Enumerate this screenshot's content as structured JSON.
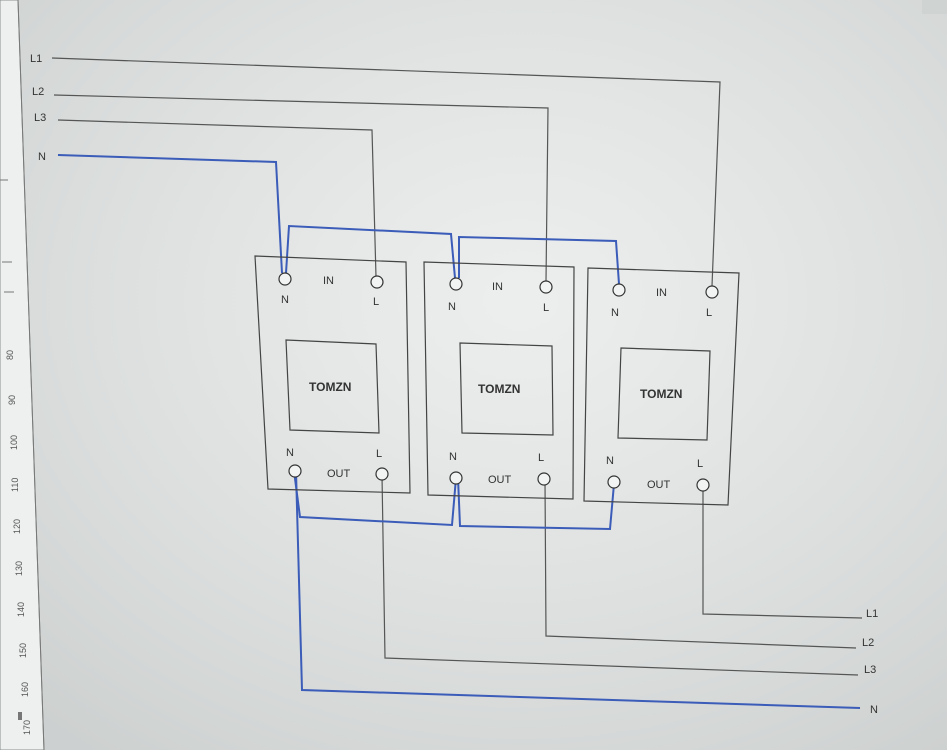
{
  "ruler": {
    "ticks": [
      "80",
      "90",
      "100",
      "110",
      "120",
      "130",
      "140",
      "150",
      "160",
      "170"
    ]
  },
  "left_terminals": [
    "L1",
    "L2",
    "L3",
    "N"
  ],
  "right_terminals": [
    "L1",
    "L2",
    "L3",
    "N"
  ],
  "modules": [
    {
      "brand": "TOMZN",
      "in_label": "IN",
      "out_label": "OUT",
      "in_n": "N",
      "in_l": "L",
      "out_n": "N",
      "out_l": "L"
    },
    {
      "brand": "TOMZN",
      "in_label": "IN",
      "out_label": "OUT",
      "in_n": "N",
      "in_l": "L",
      "out_n": "N",
      "out_l": "L"
    },
    {
      "brand": "TOMZN",
      "in_label": "IN",
      "out_label": "OUT",
      "in_n": "N",
      "in_l": "L",
      "out_n": "N",
      "out_l": "L"
    }
  ],
  "colors": {
    "phase_wire": "#555555",
    "neutral_wire": "#3b5cb8",
    "screen": "#e4e7e6",
    "box_border": "#444444"
  }
}
